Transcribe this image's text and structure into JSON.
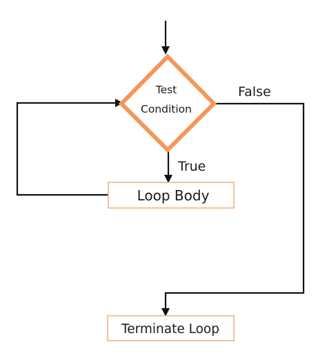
{
  "decision": {
    "line1": "Test",
    "line2": "Condition"
  },
  "loop_body": {
    "label": "Loop Body"
  },
  "terminate": {
    "label": "Terminate Loop"
  },
  "edges": {
    "true_label": "True",
    "false_label": "False"
  },
  "colors": {
    "decision_border": "#f4975a",
    "box_border": "#f4b184",
    "line": "#111111",
    "text": "#1a1a1a",
    "background": "#ffffff"
  }
}
